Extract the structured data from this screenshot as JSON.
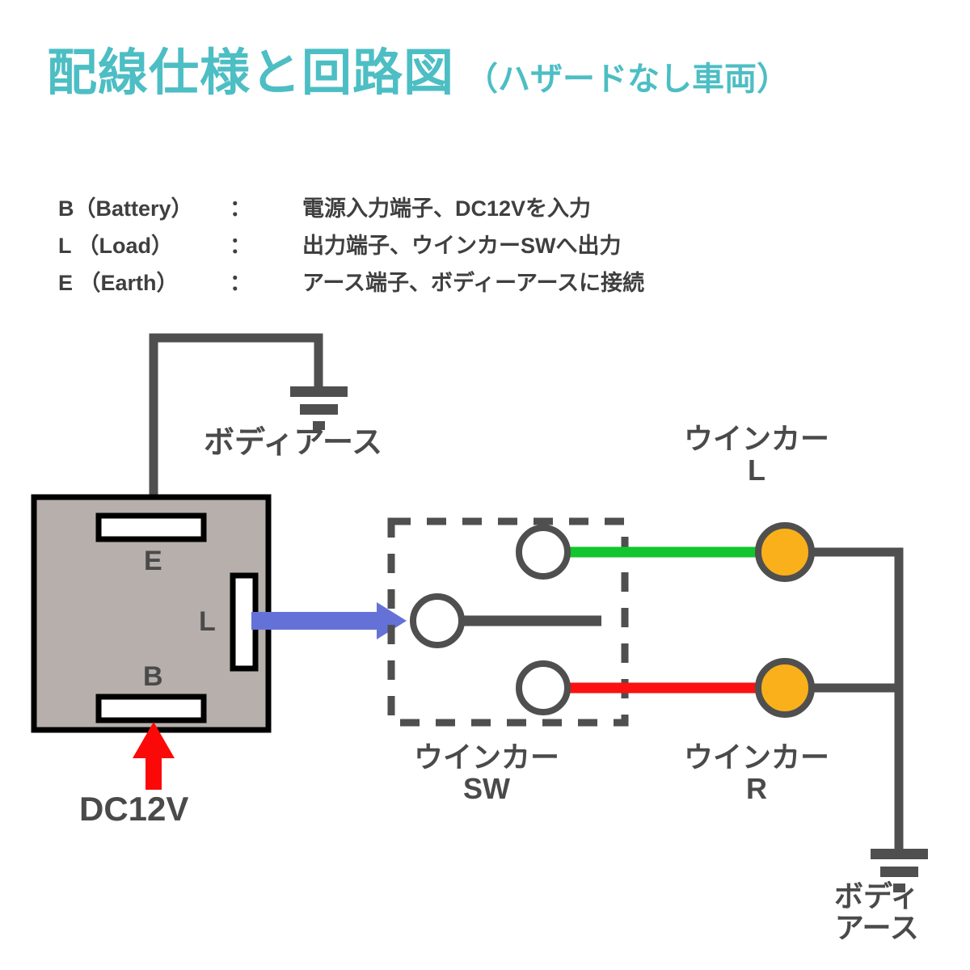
{
  "title": {
    "main": "配線仕様と回路図",
    "sub": "（ハザードなし車両）",
    "color": "#4cbec4"
  },
  "legend": {
    "rows": [
      {
        "term": "B（Battery）",
        "colon": "：",
        "desc": "電源入力端子、DC12Vを入力"
      },
      {
        "term": "L （Load）",
        "colon": "：",
        "desc": "出力端子、ウインカーSWへ出力"
      },
      {
        "term": "E （Earth）",
        "colon": "：",
        "desc": "アース端子、ボディーアースに接続"
      }
    ]
  },
  "diagram": {
    "relay": {
      "terminals": {
        "earth": "E",
        "load": "L",
        "battery": "B"
      },
      "fill": "#b6afab",
      "border": "#000000"
    },
    "labels": {
      "body_earth_top": "ボディアース",
      "winker_l_line1": "ウインカー",
      "winker_l_line2": "L",
      "winker_r_line1": "ウインカー",
      "winker_r_line2": "R",
      "winker_sw_line1": "ウインカー",
      "winker_sw_line2": "SW",
      "dc12v": "DC12V",
      "body_earth_bottom_line1": "ボディ",
      "body_earth_bottom_line2": "アース"
    },
    "colors": {
      "wire": "#4f4f4f",
      "power_arrow": "#fb0909",
      "load_arrow": "#6472d8",
      "lamp_fill": "#f9b01b",
      "lamp_stroke": "#4f4f4f",
      "winker_l_wire": "#13c52e",
      "winker_r_wire": "#fb1111"
    }
  }
}
